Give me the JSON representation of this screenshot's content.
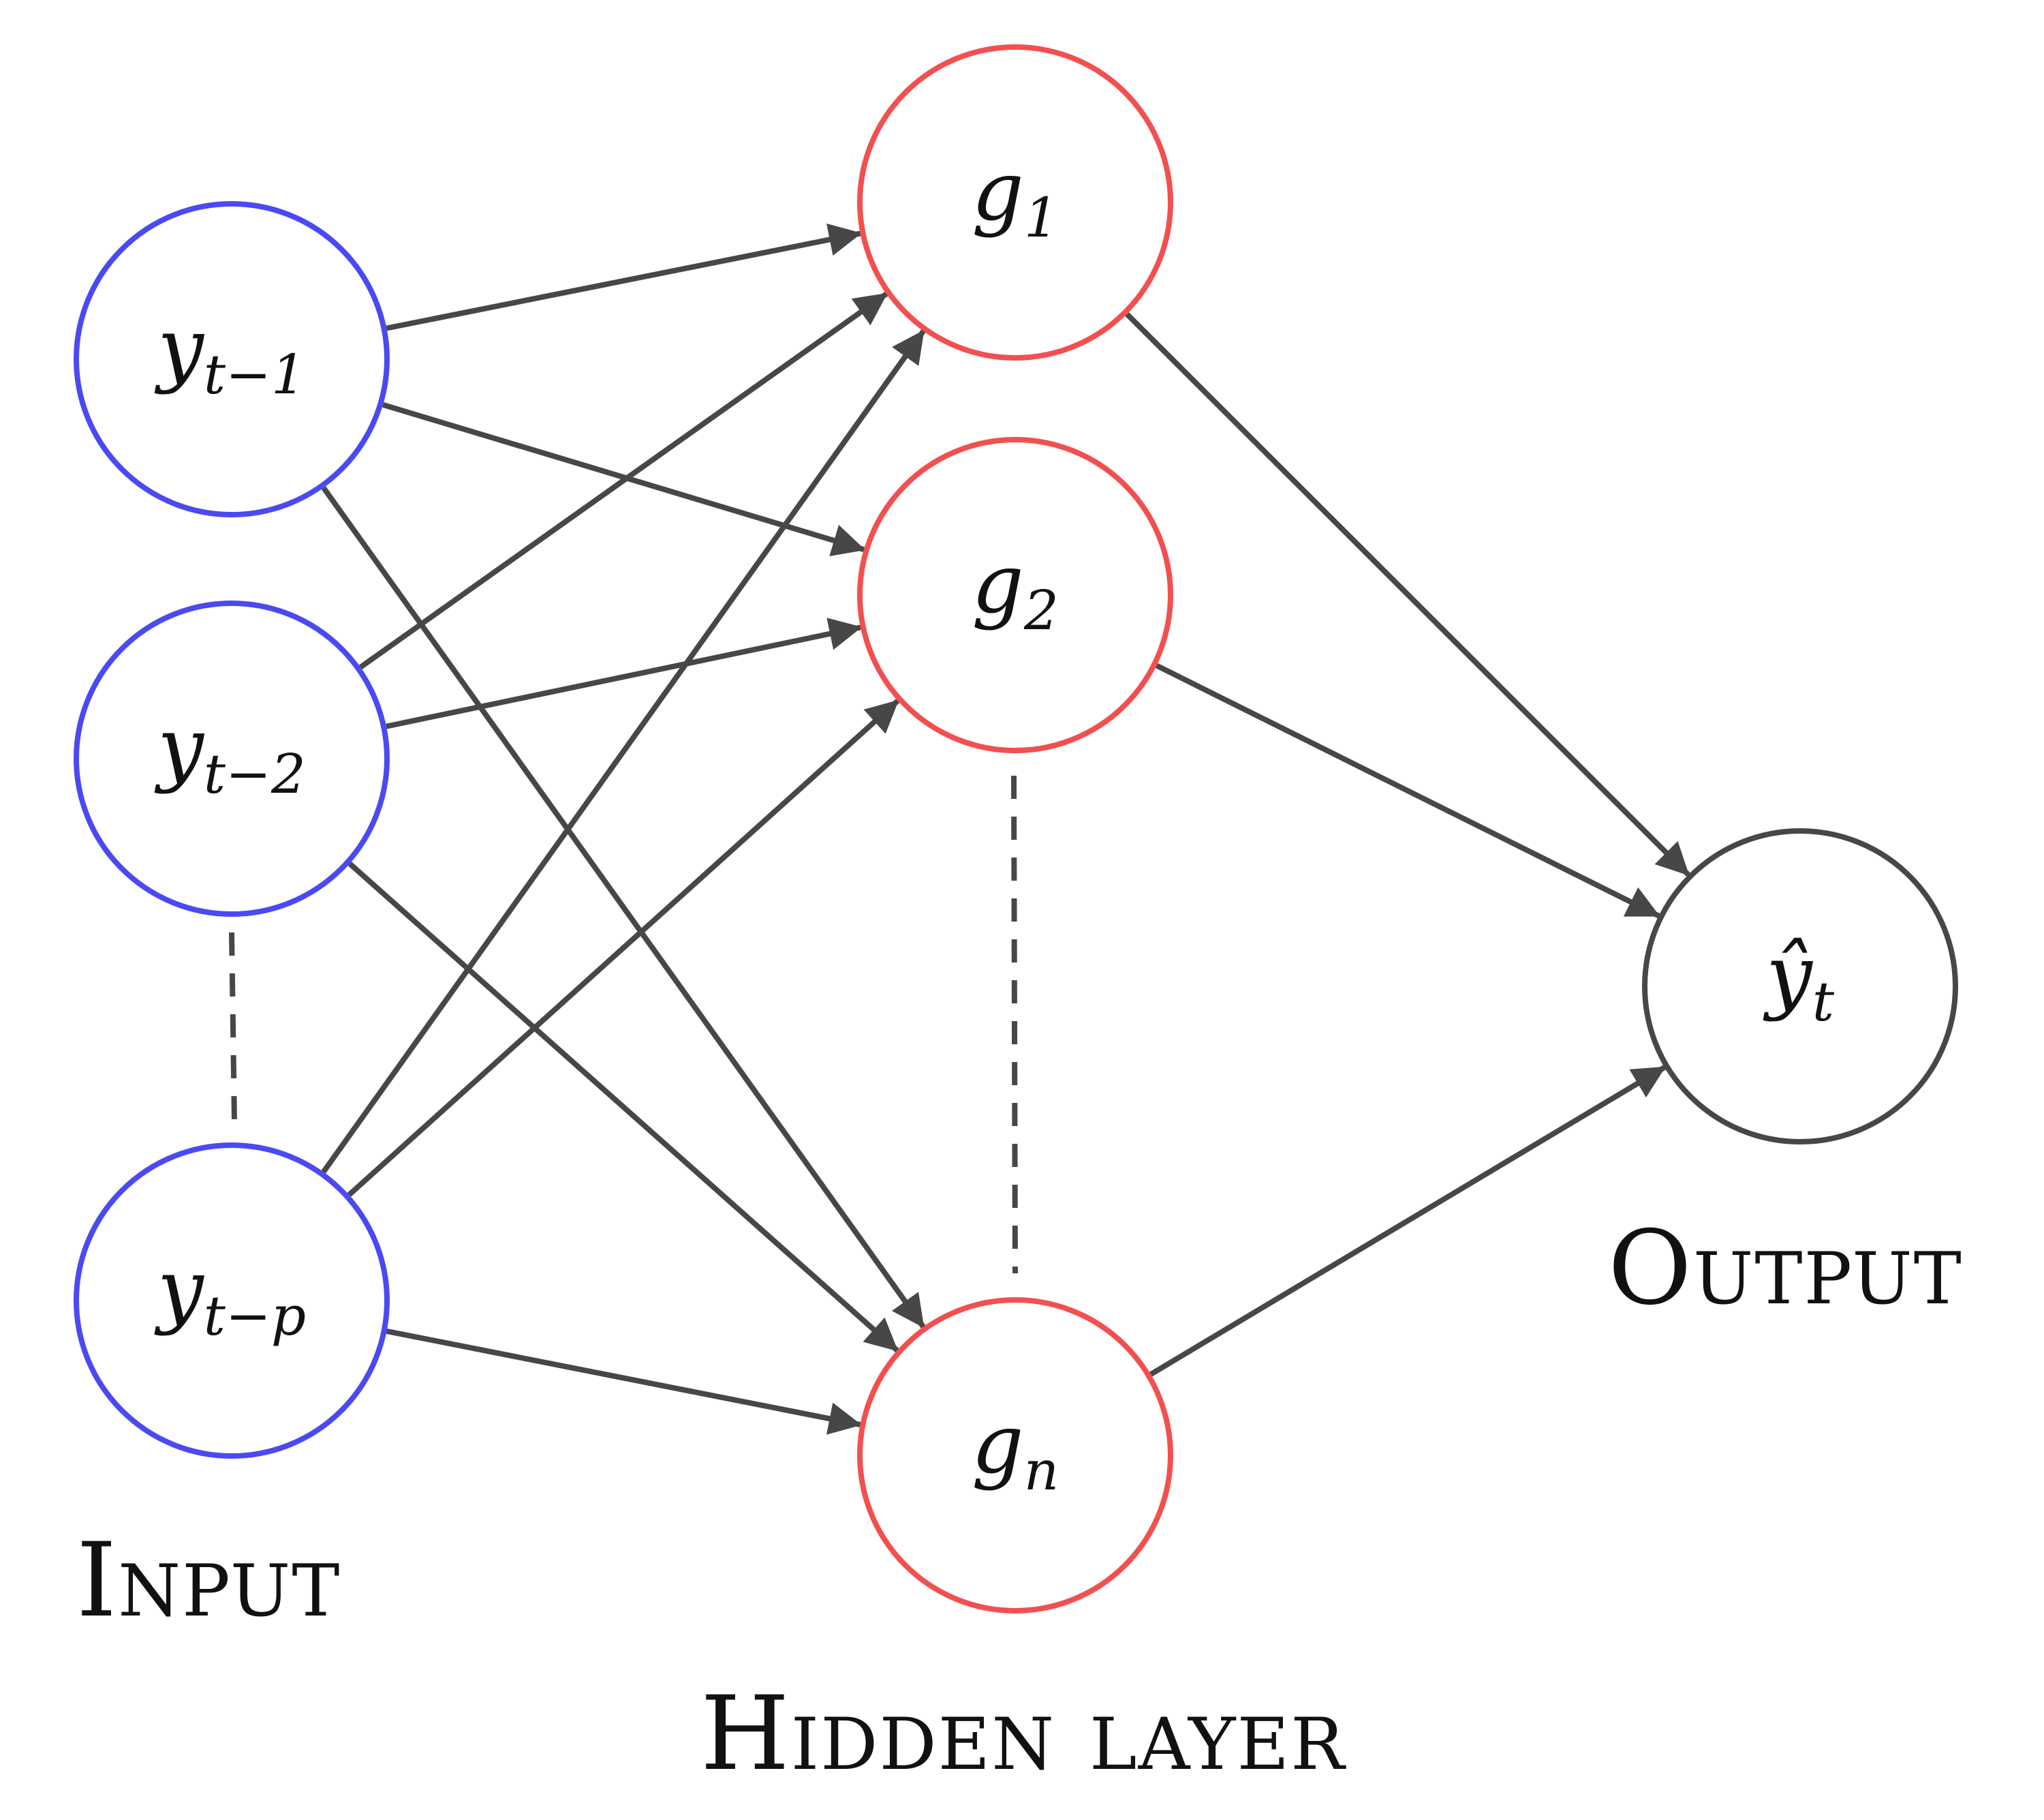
{
  "colors": {
    "input": "#4a4af2",
    "hidden": "#f25050",
    "output": "#474747",
    "edge": "#474747"
  },
  "input_nodes": [
    {
      "main": "y",
      "sub": "t−1"
    },
    {
      "main": "y",
      "sub": "t−2"
    },
    {
      "main": "y",
      "sub": "t−p"
    }
  ],
  "hidden_nodes": [
    {
      "main": "g",
      "sub": "1"
    },
    {
      "main": "g",
      "sub": "2"
    },
    {
      "main": "g",
      "sub": "n"
    }
  ],
  "output_node": {
    "main": "ŷ",
    "sub": "t"
  },
  "layers": {
    "input_label": "Input",
    "hidden_label": "Hidden layer",
    "output_label": "Output"
  },
  "connections": [
    [
      "input.0",
      "hidden.0"
    ],
    [
      "input.0",
      "hidden.1"
    ],
    [
      "input.0",
      "hidden.2"
    ],
    [
      "input.1",
      "hidden.0"
    ],
    [
      "input.1",
      "hidden.1"
    ],
    [
      "input.1",
      "hidden.2"
    ],
    [
      "input.2",
      "hidden.0"
    ],
    [
      "input.2",
      "hidden.1"
    ],
    [
      "input.2",
      "hidden.2"
    ],
    [
      "hidden.0",
      "output.0"
    ],
    [
      "hidden.1",
      "output.0"
    ],
    [
      "hidden.2",
      "output.0"
    ]
  ]
}
